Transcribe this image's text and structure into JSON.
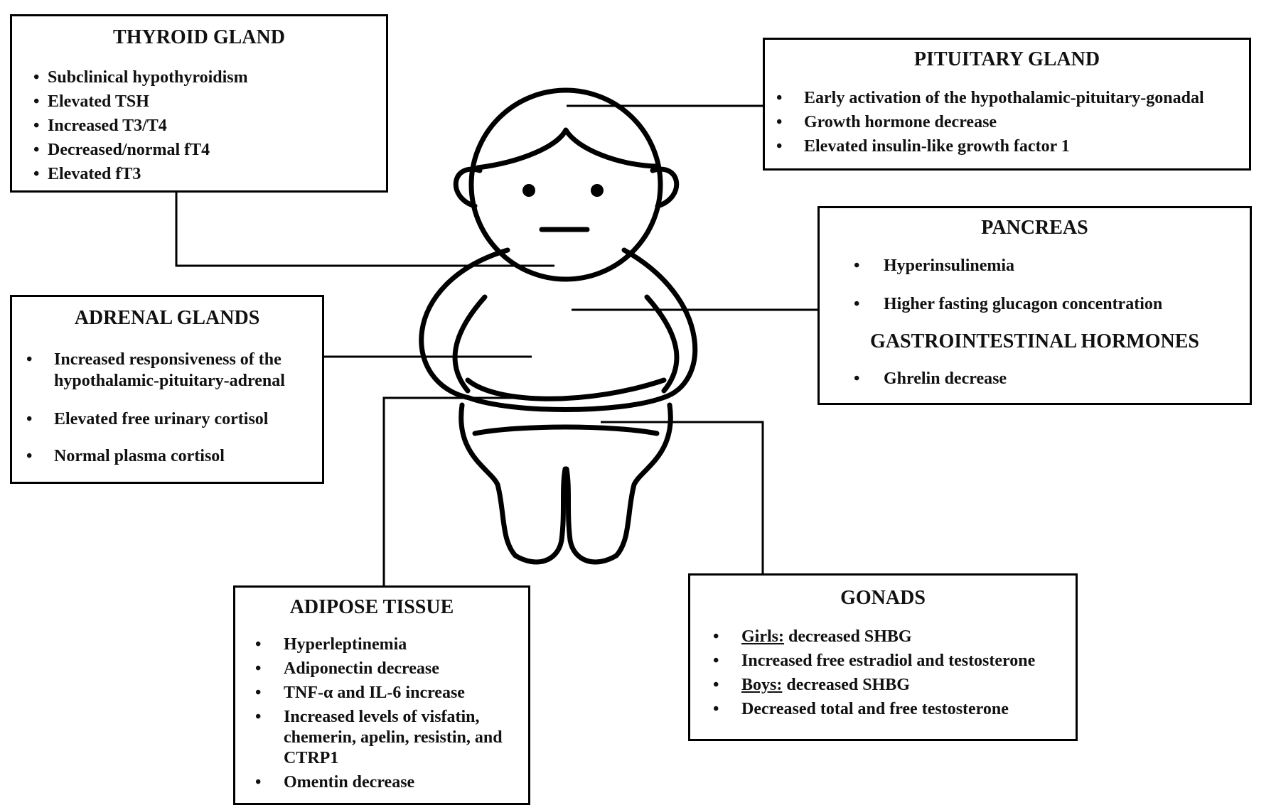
{
  "thyroid": {
    "title": "THYROID GLAND",
    "items": [
      "Subclinical hypothyroidism",
      "Elevated TSH",
      "Increased T3/T4",
      "Decreased/normal fT4",
      "Elevated fT3"
    ]
  },
  "pituitary": {
    "title": "PITUITARY GLAND",
    "items": [
      "Early activation of the hypothalamic-pituitary-gonadal",
      "Growth hormone decrease",
      "Elevated insulin-like growth factor 1"
    ]
  },
  "pancreas": {
    "title": "PANCREAS",
    "items": [
      "Hyperinsulinemia",
      "Higher fasting glucagon concentration"
    ],
    "gi_title": "GASTROINTESTINAL HORMONES",
    "gi_items": [
      "Ghrelin decrease"
    ]
  },
  "adrenal": {
    "title": "ADRENAL GLANDS",
    "items": [
      "Increased responsiveness of the",
      "hypothalamic-pituitary-adrenal",
      "Elevated free urinary cortisol",
      "Normal plasma cortisol"
    ]
  },
  "adipose": {
    "title": "ADIPOSE TISSUE",
    "items": [
      "Hyperleptinemia",
      "Adiponectin decrease",
      "TNF-α and IL-6 increase",
      "Increased levels of visfatin,",
      "chemerin, apelin, resistin, and",
      "CTRP1",
      "Omentin decrease"
    ]
  },
  "gonads": {
    "title": "GONADS",
    "girls_label": "Girls:",
    "girls_text": " decreased SHBG",
    "item2": "Increased free estradiol and testosterone",
    "boys_label": "Boys:",
    "boys_text": " decreased SHBG",
    "item4": "Decreased total and free testosterone"
  },
  "bullet_char": "•"
}
